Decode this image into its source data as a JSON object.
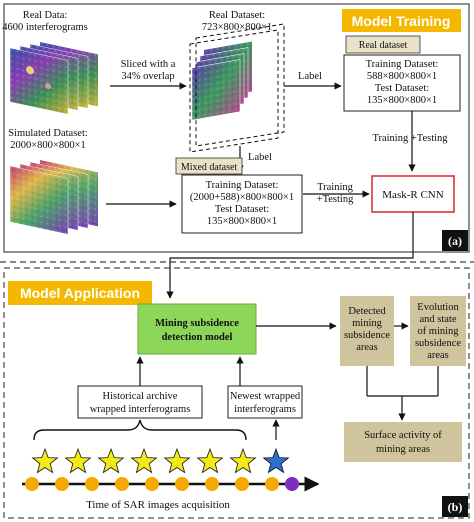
{
  "colors": {
    "title_badge": "#f5b800",
    "model_green": "#8cd65a",
    "analysis_tan": "#cfc49b",
    "maskrcnn_border": "#d9262b",
    "dataset_tab": "#e9e2c8",
    "star_fill": "#f4ea1a",
    "star_newest": "#2f6fd1",
    "dot_past": "#f5a800",
    "dot_future": "#7b2fbd"
  },
  "panel_a": {
    "title": "Model Training",
    "corner_label": "(a)",
    "real_data": {
      "line1": "Real Data:",
      "line2": "4600 interferograms"
    },
    "simulated": {
      "line1": "Simulated Dataset:",
      "line2": "2000×800×800×1"
    },
    "real_dataset": {
      "line1": "Real Dataset:",
      "line2": "723×800×800×1"
    },
    "sliced": {
      "line1": "Sliced with a",
      "line2": "34% overlap"
    },
    "label_top": "Label",
    "label_mid": "Label",
    "real_box": {
      "tab": "Real dataset",
      "line1": "Training Dataset:",
      "line2": "588×800×800×1",
      "line3": "Test Dataset:",
      "line4": "135×800×800×1"
    },
    "training_testing_right": "Training +Testing",
    "mixed_box": {
      "tab": "Mixed dataset",
      "line1": "Training Dataset:",
      "line2": "(2000+588)×800×800×1",
      "line3": "Test Dataset:",
      "line4": "135×800×800×1"
    },
    "training_testing_mid": {
      "line1": "Training",
      "line2": "+Testing"
    },
    "mask_rcnn": "Mask-R CNN"
  },
  "panel_b": {
    "title": "Model Application",
    "corner_label": "(b)",
    "model_box": {
      "line1": "Mining subsidence",
      "line2": "detection model"
    },
    "historical": {
      "line1": "Historical archive",
      "line2": "wrapped interferograms"
    },
    "newest": {
      "line1": "Newest wrapped",
      "line2": "interferograms"
    },
    "detected": {
      "line1": "Detected",
      "line2": "mining",
      "line3": "subsidence",
      "line4": "areas"
    },
    "evolution": {
      "line1": "Evolution",
      "line2": "and state",
      "line3": "of mining",
      "line4": "subsidence",
      "line5": "areas"
    },
    "surface": {
      "line1": "Surface activity of",
      "line2": "mining areas"
    },
    "timeline_label": "Time of SAR images acquisition"
  }
}
